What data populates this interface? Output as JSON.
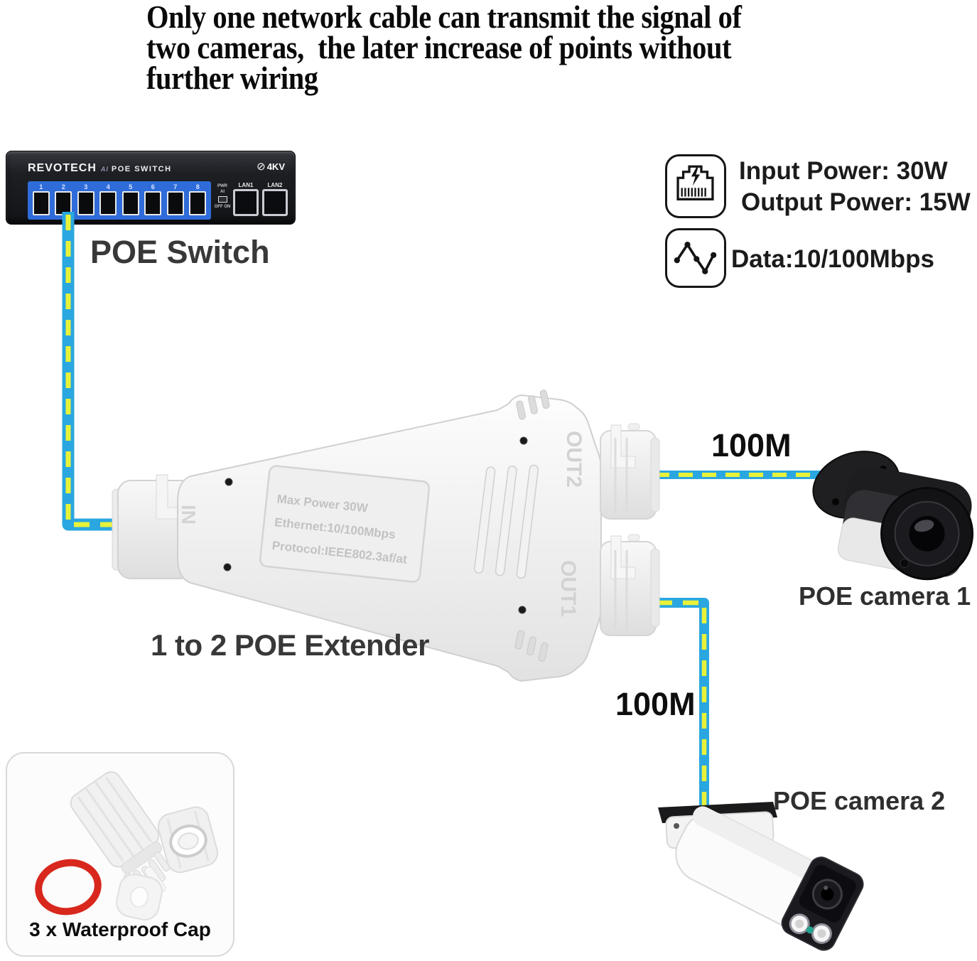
{
  "title": {
    "line1": "Only one network cable can transmit the signal of",
    "line2": "two cameras,  the later increase of points without",
    "line3": "further wiring"
  },
  "poe_switch": {
    "label": "POE Switch",
    "brand": "REVOTECH",
    "brand_suffix": "AI",
    "product": "POE SWITCH",
    "surge_icon_glyph": "⊘",
    "surge_badge": "4KV",
    "port_numbers": [
      "1",
      "2",
      "3",
      "4",
      "5",
      "6",
      "7",
      "8"
    ],
    "pwr_label": "PWR",
    "ai_label": "AI",
    "off_on_label": "OFF ON",
    "lan1_label": "LAN1",
    "lan2_label": "LAN2"
  },
  "specs": {
    "input_power": "Input Power: 30W",
    "output_power": "Output Power: 15W",
    "data_rate": "Data:10/100Mbps"
  },
  "extender": {
    "label": "1 to 2 POE Extender",
    "in_label": "IN",
    "out1_label": "OUT1",
    "out2_label": "OUT2",
    "emboss_line1": "Max Power 30W",
    "emboss_line2": "Ethernet:10/100Mbps",
    "emboss_line3": "Protocol:IEEE802.3af/at"
  },
  "connections": {
    "cam1_distance": "100M",
    "cam2_distance": "100M"
  },
  "cameras": {
    "camera1_label": "POE camera 1",
    "camera2_label": "POE camera 2"
  },
  "accessories": {
    "waterproof_label": "3 x Waterproof Cap"
  },
  "colors": {
    "cable_blue": "#2aa7e0",
    "cable_yellow": "#e8f239",
    "port_strip_blue": "#2f6cd9"
  }
}
